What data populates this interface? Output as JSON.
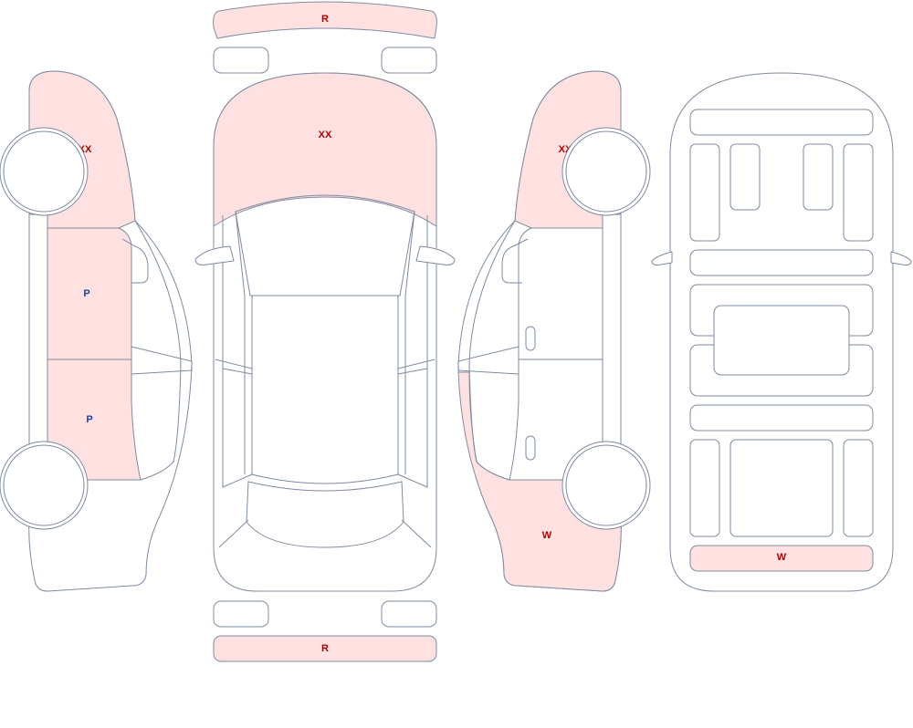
{
  "colors": {
    "outline": "#7f8ba0",
    "damaged_fill": "#ffe1e1",
    "code_red": "#b30000",
    "code_blue": "#1c3fae"
  },
  "labels": {
    "rear_bumper_top": "R",
    "hood": "XX",
    "front_bumper_bottom": "R",
    "left_front_fender": "XX",
    "left_front_door": "P",
    "left_rear_door": "P",
    "right_front_fender": "XX",
    "right_rear_quarter": "W",
    "floor_rear_panel": "W"
  }
}
